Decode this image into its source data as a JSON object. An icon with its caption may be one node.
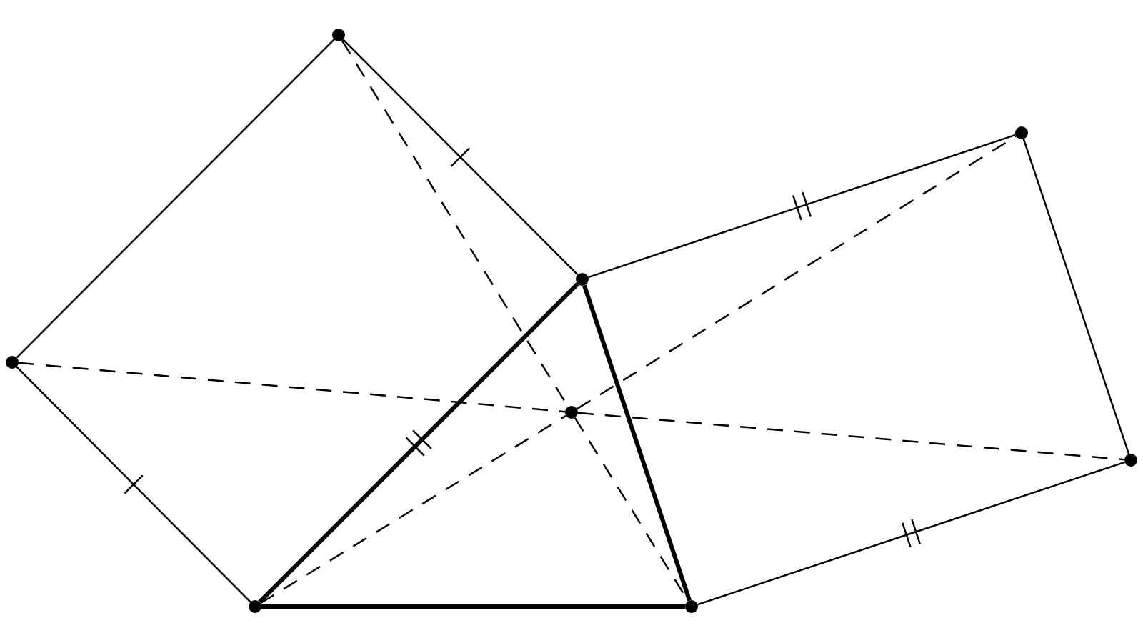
{
  "diagram": {
    "nodes": [
      {
        "text": [],
        "shape": "circle"
      },
      {
        "text": [],
        "shape": "circle"
      },
      {
        "text": [],
        "shape": "circle"
      },
      {
        "text": [],
        "shape": "circle"
      },
      {
        "text": [],
        "shape": "circle"
      },
      {
        "text": [],
        "shape": "circle"
      },
      {
        "text": [],
        "shape": "circle"
      },
      {
        "text": [],
        "shape": "circle"
      }
    ],
    "edges": [
      {
        "from": 0,
        "to": 3,
        "arrow": "none"
      },
      {
        "from": 0,
        "to": 2,
        "arrow": "none"
      },
      {
        "from": 2,
        "to": 1,
        "arrow": "none"
      },
      {
        "from": 1,
        "to": 5,
        "arrow": "none"
      },
      {
        "from": 3,
        "to": 6,
        "arrow": "none"
      },
      {
        "from": 6,
        "to": 2,
        "arrow": "none",
        "style": "thick"
      },
      {
        "from": 2,
        "to": 7,
        "arrow": "none",
        "style": "thick"
      },
      {
        "from": 6,
        "to": 7,
        "arrow": "none",
        "style": "thick"
      },
      {
        "from": 7,
        "to": 5,
        "arrow": "none"
      },
      {
        "from": 0,
        "to": 4,
        "arrow": "none",
        "style": "dashed"
      },
      {
        "from": 4,
        "to": 7,
        "arrow": "none",
        "style": "dashed"
      },
      {
        "from": 3,
        "to": 4,
        "arrow": "none",
        "style": "dashed"
      },
      {
        "from": 4,
        "to": 5,
        "arrow": "none",
        "style": "dashed"
      },
      {
        "from": 6,
        "to": 4,
        "arrow": "none",
        "style": "dashed"
      },
      {
        "from": 4,
        "to": 1,
        "arrow": "none",
        "style": "dashed"
      }
    ]
  }
}
